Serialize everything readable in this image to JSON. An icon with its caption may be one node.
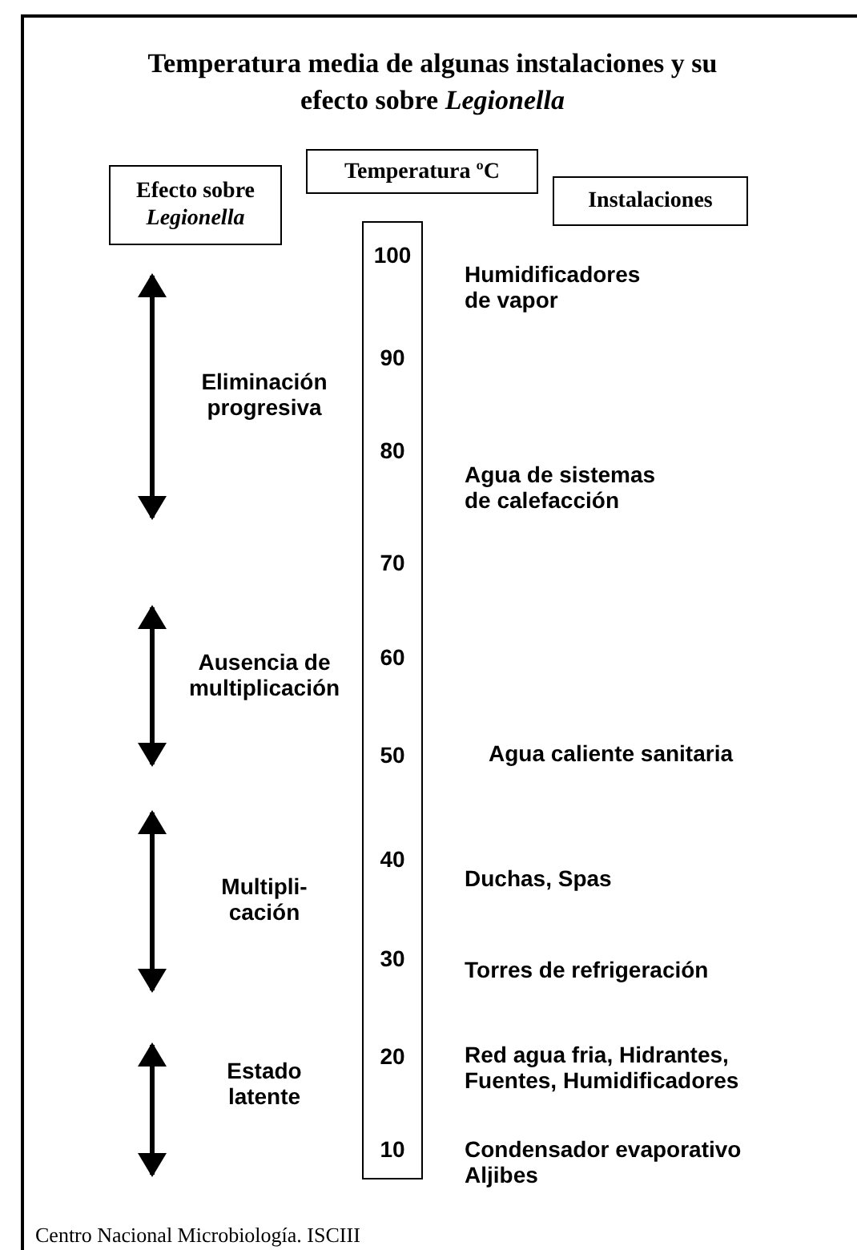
{
  "diagram": {
    "title": "Temperatura media de algunas instalaciones y su efecto sobre *Legionella*",
    "caption": "Centro Nacional Microbiología. ISCIII",
    "nodes": [
      {
        "text": [
          "Efecto sobre *Legionella*"
        ]
      },
      {
        "text": [
          "Temperatura ºC"
        ]
      },
      {
        "text": [
          "Instalaciones"
        ]
      },
      {
        "text": [
          "100",
          "90",
          "80",
          "70",
          "60",
          "50",
          "40",
          "30",
          "20",
          "10"
        ]
      }
    ],
    "edges": [],
    "labels": [
      "Humidificadores de vapor",
      "Eliminación progresiva",
      "Agua de sistemas de calefacción",
      "Ausencia de multiplicación",
      "Agua caliente sanitaria",
      "Duchas, Spas",
      "Multipli- cación",
      "Torres de refrigeración",
      "Estado latente",
      "Red agua fria, Hidrantes, Fuentes, Humidificadores",
      "Condensador evaporativo Aljibes"
    ]
  }
}
